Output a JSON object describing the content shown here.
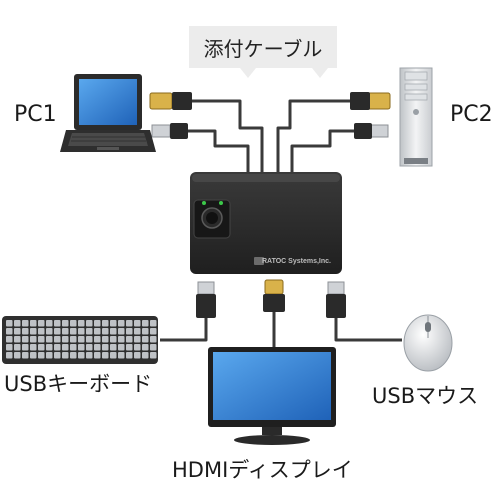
{
  "callout": {
    "text": "添付ケーブル"
  },
  "labels": {
    "pc1": "PC1",
    "pc2": "PC2",
    "keyboard": "USBキーボード",
    "mouse": "USBマウス",
    "display": "HDMIディスプレイ"
  },
  "device": {
    "brand_text": "RATOC Systems,Inc."
  },
  "colors": {
    "cable": "#3a3a3a",
    "switch_body": "#2b2b2b",
    "screen": "#2f7ed8",
    "callout_bg": "#ececec"
  },
  "icons": [
    "laptop-icon",
    "tower-pc-icon",
    "keyboard-icon",
    "mouse-icon",
    "monitor-icon",
    "hdmi-connector-icon",
    "usb-connector-icon"
  ]
}
